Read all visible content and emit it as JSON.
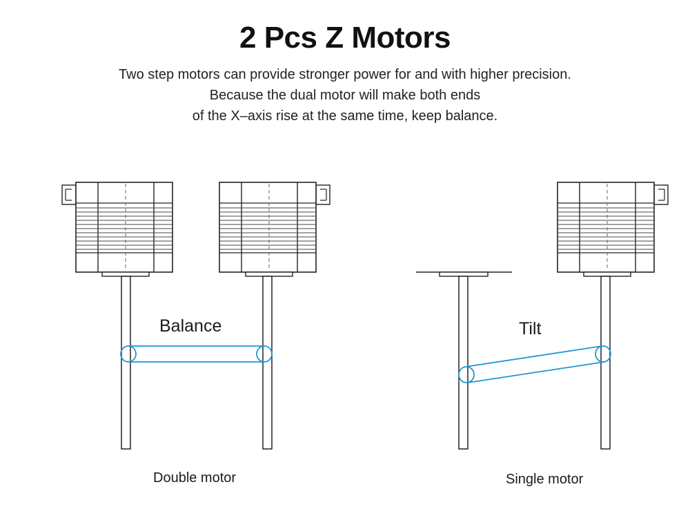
{
  "title": "2 Pcs Z Motors",
  "description": [
    "Two step motors can provide stronger power for and with higher precision.",
    "Because the dual motor will make both ends",
    "of the X–axis rise at the same time, keep balance."
  ],
  "left_diagram": {
    "beam_label": "Balance",
    "caption": "Double motor"
  },
  "right_diagram": {
    "beam_label": "Tilt",
    "caption": "Single motor"
  },
  "colors": {
    "line": "#222222",
    "beam": "#1e96d2"
  }
}
